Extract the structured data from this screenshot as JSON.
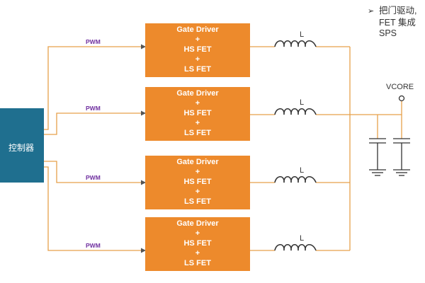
{
  "controller": {
    "label": "控制器"
  },
  "pwm_label": "PWM",
  "stages": [
    {
      "lines": [
        "Gate Driver",
        "+",
        "HS FET",
        "+",
        "LS FET"
      ],
      "inductor": "L"
    },
    {
      "lines": [
        "Gate Driver",
        "+",
        "HS FET",
        "+",
        "LS FET"
      ],
      "inductor": "L"
    },
    {
      "lines": [
        "Gate Driver",
        "+",
        "HS FET",
        "+",
        "LS FET"
      ],
      "inductor": "L"
    },
    {
      "lines": [
        "Gate Driver",
        "+",
        "HS FET",
        "+",
        "LS FET"
      ],
      "inductor": "L"
    }
  ],
  "output": {
    "label": "VCORE"
  },
  "note": {
    "bullet": "➢",
    "lines": [
      "把门驱动,",
      "FET 集成",
      "SPS"
    ]
  },
  "colors": {
    "controller_fill": "#1f6f8f",
    "stage_fill": "#ed8a2c",
    "wire": "#e6a04a",
    "pwm_text": "#7030a0",
    "ink": "#333333"
  }
}
